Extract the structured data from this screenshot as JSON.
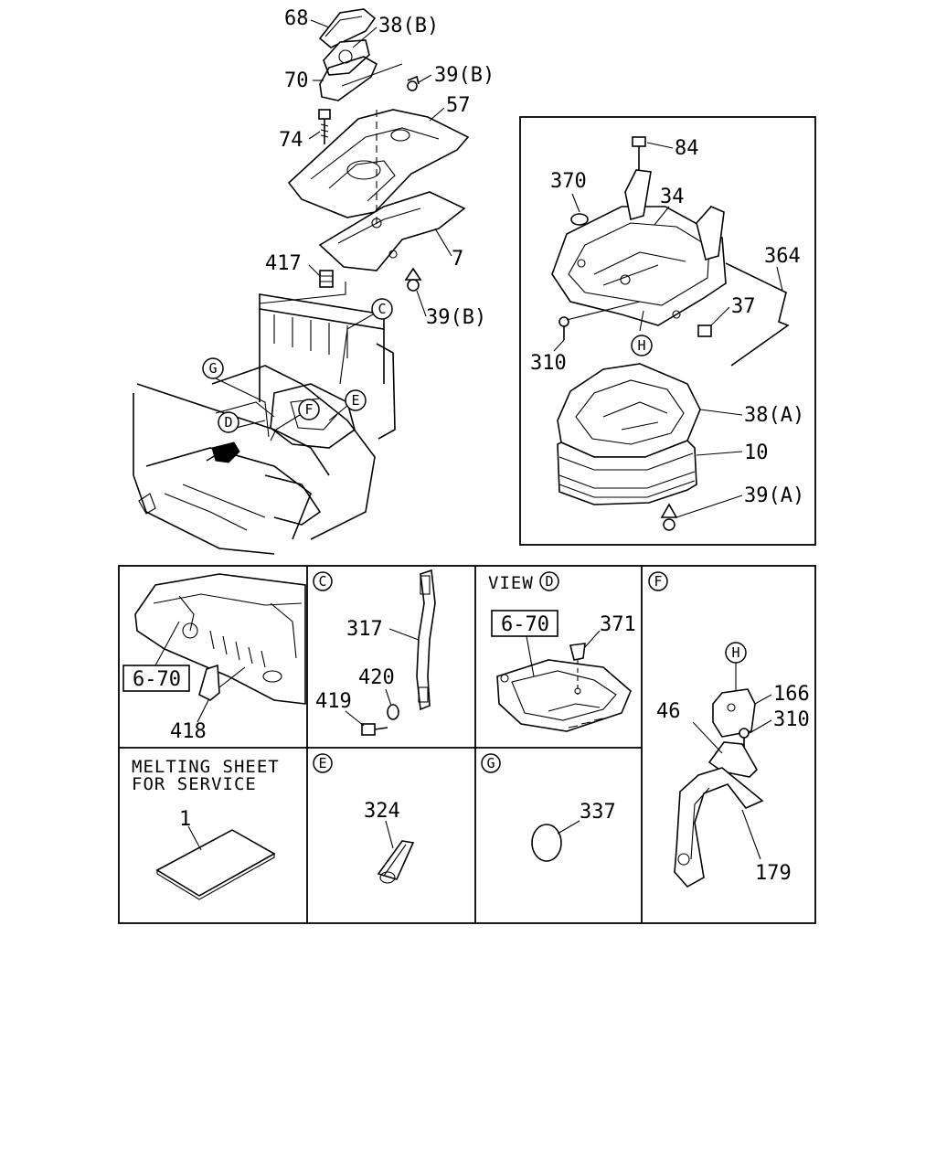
{
  "main_labels": {
    "p68": "68",
    "p38b": "38(B)",
    "p70": "70",
    "p39b_top": "39(B)",
    "p57": "57",
    "p74": "74",
    "p7": "7",
    "p417": "417",
    "p39b_mid": "39(B)",
    "p84": "84",
    "p370": "370",
    "p34": "34",
    "p364": "364",
    "p37": "37",
    "p310": "310",
    "p38a": "38(A)",
    "p10": "10",
    "p39a": "39(A)"
  },
  "callouts": {
    "c": "C",
    "g": "G",
    "e": "E",
    "f": "F",
    "d": "D",
    "h_main": "H"
  },
  "panel_a": {
    "ref": "6-70",
    "p418": "418"
  },
  "panel_c": {
    "tag": "C",
    "p317": "317",
    "p420": "420",
    "p419": "419"
  },
  "panel_d": {
    "view": "VIEW",
    "tag": "D",
    "ref": "6-70",
    "p371": "371"
  },
  "panel_f": {
    "tag": "F",
    "h": "H",
    "p166": "166",
    "p46": "46",
    "p310": "310",
    "p179": "179"
  },
  "panel_melt": {
    "line1": "MELTING SHEET",
    "line2": "FOR SERVICE",
    "p1": "1"
  },
  "panel_e": {
    "tag": "E",
    "p324": "324"
  },
  "panel_g": {
    "tag": "G",
    "p337": "337"
  }
}
